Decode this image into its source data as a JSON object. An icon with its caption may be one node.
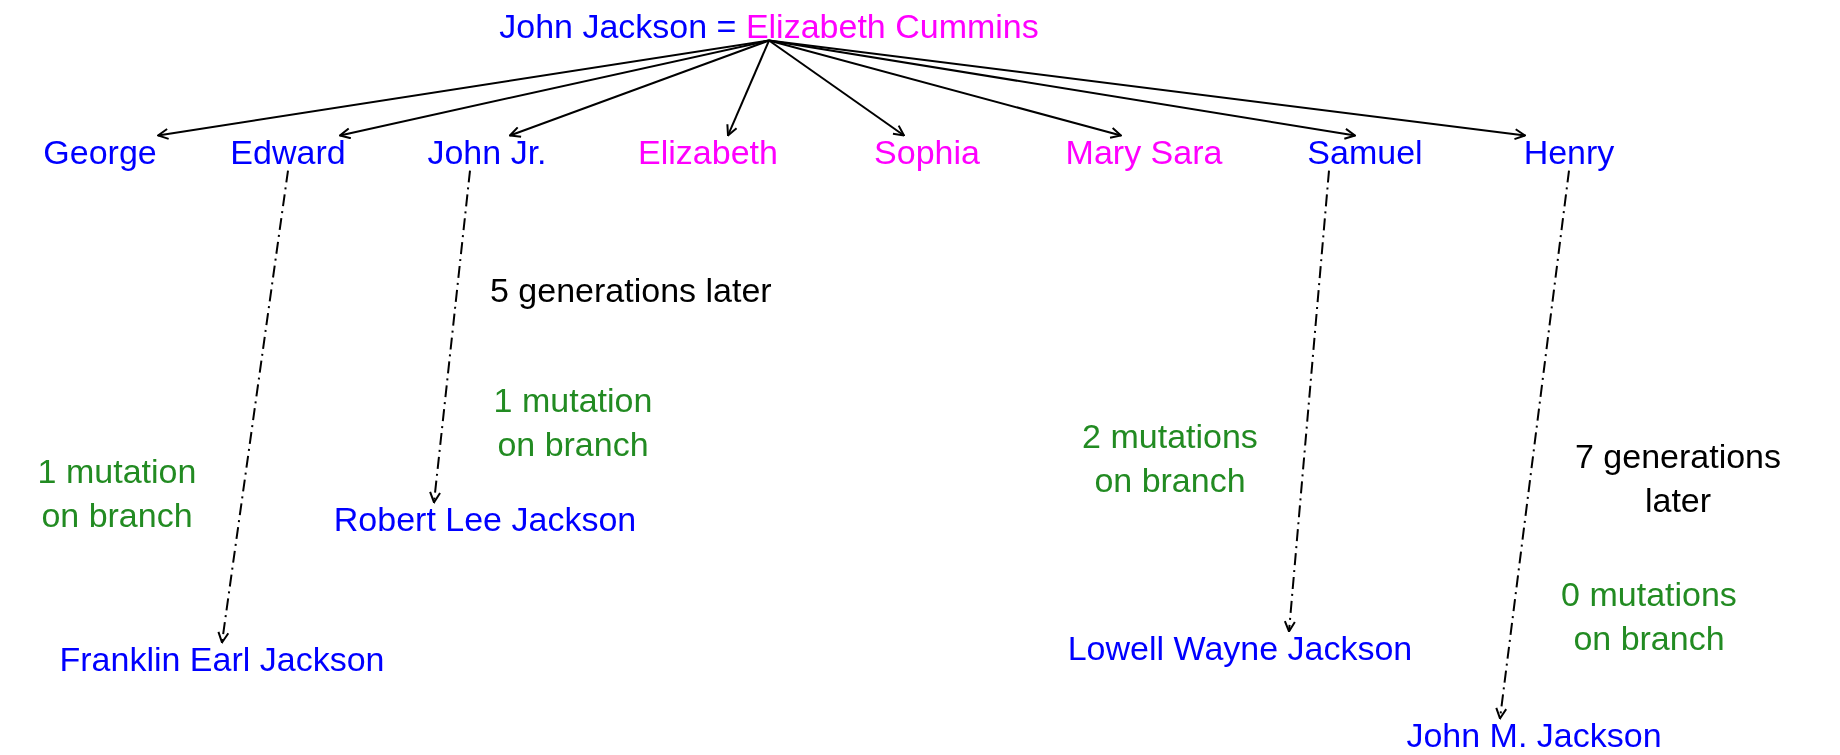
{
  "diagram": {
    "nodes": [
      {
        "text": [
          "John Jackson =",
          "Elizabeth Cummins"
        ]
      },
      {
        "text": [
          "George"
        ]
      },
      {
        "text": [
          "Edward"
        ]
      },
      {
        "text": [
          "John Jr."
        ]
      },
      {
        "text": [
          "Elizabeth"
        ]
      },
      {
        "text": [
          "Sophia"
        ]
      },
      {
        "text": [
          "Mary Sara"
        ]
      },
      {
        "text": [
          "Samuel"
        ]
      },
      {
        "text": [
          "Henry"
        ]
      },
      {
        "text": [
          "Franklin Earl Jackson"
        ]
      },
      {
        "text": [
          "Robert Lee Jackson"
        ]
      },
      {
        "text": [
          "Lowell Wayne Jackson"
        ]
      },
      {
        "text": [
          "John M. Jackson"
        ]
      }
    ],
    "edges": [
      {
        "from": 0,
        "to": 1,
        "arrow": "to"
      },
      {
        "from": 0,
        "to": 2,
        "arrow": "to"
      },
      {
        "from": 0,
        "to": 3,
        "arrow": "to"
      },
      {
        "from": 0,
        "to": 4,
        "arrow": "to"
      },
      {
        "from": 0,
        "to": 5,
        "arrow": "to"
      },
      {
        "from": 0,
        "to": 6,
        "arrow": "to"
      },
      {
        "from": 0,
        "to": 7,
        "arrow": "to"
      },
      {
        "from": 0,
        "to": 8,
        "arrow": "to"
      },
      {
        "from": 2,
        "to": 9,
        "arrow": "to",
        "style": "dashed",
        "label": "1 mutation on branch"
      },
      {
        "from": 3,
        "to": 10,
        "arrow": "to",
        "style": "dashed",
        "label": "1 mutation on branch"
      },
      {
        "from": 7,
        "to": 11,
        "arrow": "to",
        "style": "dashed",
        "label": "2 mutations on branch"
      },
      {
        "from": 8,
        "to": 12,
        "arrow": "to",
        "style": "dashed",
        "label": "0 mutations on branch"
      }
    ],
    "labels": [
      "5 generations later",
      "7 generations later"
    ]
  }
}
